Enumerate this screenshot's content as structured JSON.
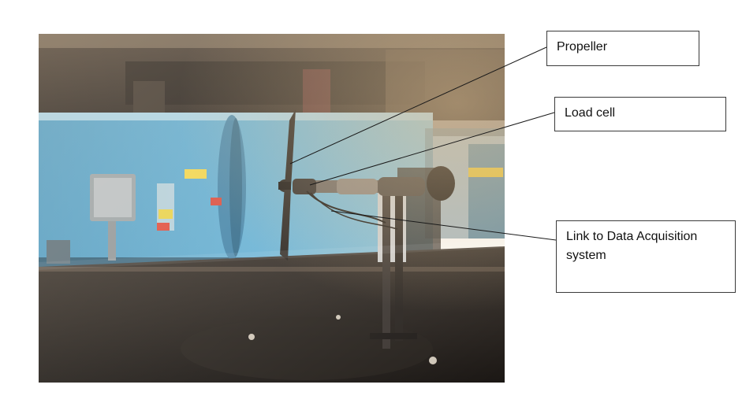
{
  "image": {
    "description_kind": "photo",
    "subject": "propeller test rig inside a wind tunnel"
  },
  "callouts": {
    "propeller": "Propeller",
    "load_cell": "Load cell",
    "daq_link": "Link to Data Acquisition system"
  },
  "colors": {
    "tunnel_blue": "#5aa9cf",
    "frame_dark": "#2b2622",
    "callout_border": "#3a3a3a",
    "leader_line": "#1a1a1a"
  }
}
